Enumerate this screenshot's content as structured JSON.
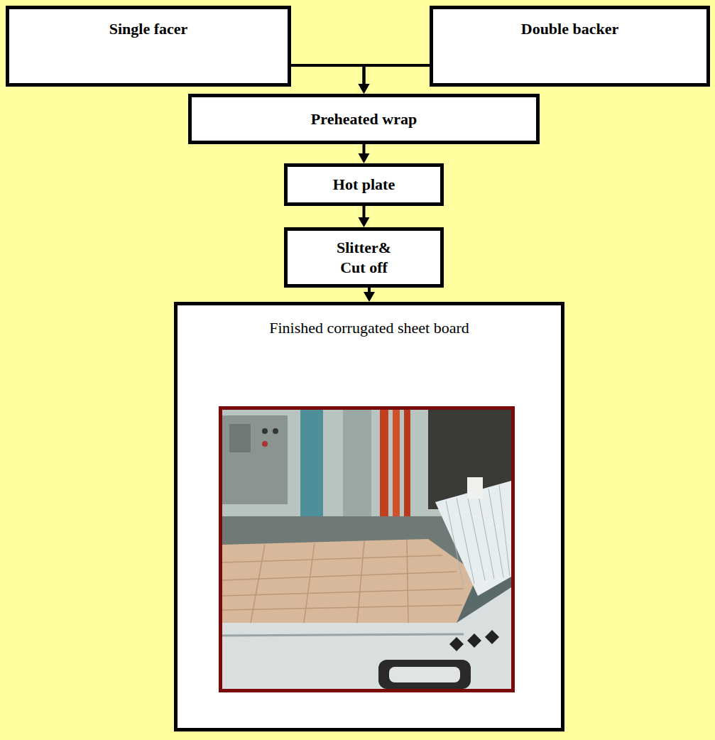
{
  "diagram": {
    "nodes": [
      {
        "text": [
          "Single facer"
        ]
      },
      {
        "text": [
          "Double backer"
        ]
      },
      {
        "text": [
          "Preheated wrap"
        ]
      },
      {
        "text": [
          "Hot plate"
        ]
      },
      {
        "text": [
          "Slitter& Cut off"
        ]
      },
      {
        "text": [
          "Finished corrugated sheet board"
        ]
      }
    ],
    "edges": [
      {
        "from": 0,
        "to": 2,
        "arrow": "to"
      },
      {
        "from": 1,
        "to": 2,
        "arrow": "to"
      },
      {
        "from": 2,
        "to": 3,
        "arrow": "to"
      },
      {
        "from": 3,
        "to": 4,
        "arrow": "to"
      },
      {
        "from": 4,
        "to": 5,
        "arrow": "to"
      }
    ]
  }
}
